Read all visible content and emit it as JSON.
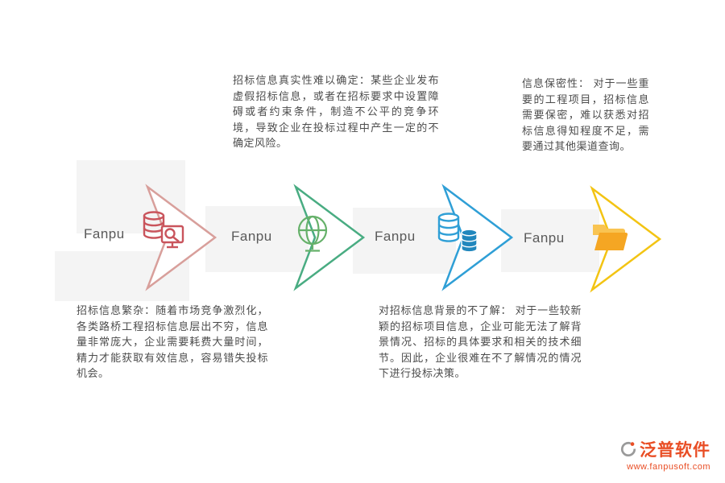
{
  "steps": [
    {
      "label": "Fanpu",
      "icon": "database-search-icon",
      "color": "#d89f9b",
      "icon_color": "#c9545c"
    },
    {
      "label": "Fanpu",
      "icon": "globe-icon",
      "color": "#49ac82",
      "icon_color": "#66b16a"
    },
    {
      "label": "Fanpu",
      "icon": "database-stack-icon",
      "color": "#2f9fd6",
      "icon_color": "#2f9fd6"
    },
    {
      "label": "Fanpu",
      "icon": "folder-icon",
      "color": "#f3c413",
      "icon_color": "#f5a623"
    }
  ],
  "notes": {
    "truth": "招标信息真实性难以确定：某些企业发布虚假招标信息，或者在招标要求中设置障碍或者约束条件，制造不公平的竞争环境，导致企业在投标过程中产生一定的不确定风险。",
    "secrecy": "信息保密性： 对于一些重要的工程项目，招标信息需要保密，难以获悉对招标信息得知程度不足，需要通过其他渠道查询。",
    "complexity": "招标信息繁杂：随着市场竞争激烈化，各类路桥工程招标信息层出不穷，信息量非常庞大，企业需要耗费大量时间，精力才能获取有效信息，容易错失投标机会。",
    "background": "对招标信息背景的不了解： 对于一些较新颖的招标项目信息，企业可能无法了解背景情况、招标的具体要求和相关的技术细节。因此，企业很难在不了解情况的情况下进行投标决策。"
  },
  "logo": {
    "name": "泛普软件",
    "site": "www.fanpusoft.com",
    "color": "#e94e25"
  }
}
